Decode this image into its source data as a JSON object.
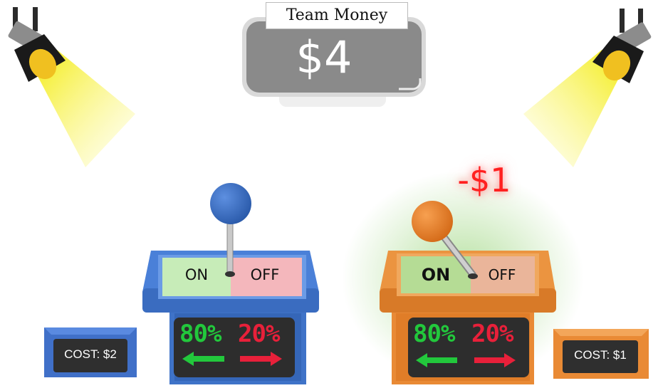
{
  "team_money": {
    "label": "Team Money",
    "value": "$4"
  },
  "penalty_popup": "-$1",
  "switches": [
    {
      "id": "blue",
      "color": "#3f73c8",
      "on_label": "ON",
      "off_label": "OFF",
      "left_percent": "80%",
      "right_percent": "20%",
      "cost": "COST: $2",
      "lever_position": "up"
    },
    {
      "id": "orange",
      "color": "#e98a35",
      "on_label": "ON",
      "off_label": "OFF",
      "left_percent": "80%",
      "right_percent": "20%",
      "cost": "COST: $1",
      "lever_position": "tilted-left"
    }
  ],
  "colors": {
    "green_led": "#22c83c",
    "red_led": "#e8203a",
    "spotlight_beam": "#f5ee28",
    "display_panel": "#8a8a8a"
  },
  "icons": [
    "spotlight-left-icon",
    "spotlight-right-icon",
    "arrow-left-icon",
    "arrow-right-icon",
    "lever-knob-icon"
  ]
}
